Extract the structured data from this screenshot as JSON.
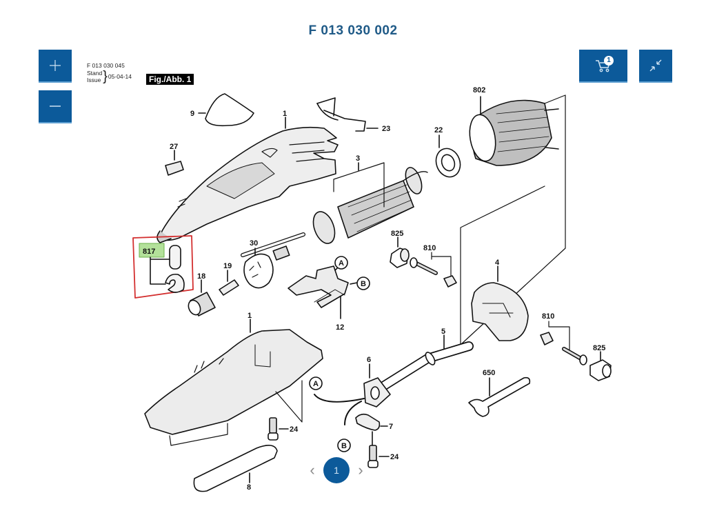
{
  "title": "F 013 030 002",
  "controls": {
    "zoom_in_icon": "plus-icon",
    "zoom_out_icon": "minus-icon",
    "cart_icon": "cart-icon",
    "cart_count": "1",
    "collapse_icon": "collapse-arrows-icon"
  },
  "drawing_meta": {
    "part_number": "F 013 030 045",
    "stand_label": "Stand",
    "issue_label": "Issue",
    "date": "05-04-14",
    "figure_label": "Fig./Abb. 1"
  },
  "highlight": {
    "part": "817",
    "color": "#d32f2f",
    "label_fill": "#b3e19a"
  },
  "callouts": {
    "p9": "9",
    "p1a": "1",
    "p23": "23",
    "p27": "27",
    "p3": "3",
    "p22": "22",
    "p802": "802",
    "p817": "817",
    "p18": "18",
    "p19": "19",
    "p30": "30",
    "pA1": "A",
    "pB1": "B",
    "p12": "12",
    "p825a": "825",
    "p810a": "810",
    "p4": "4",
    "p810b": "810",
    "p825b": "825",
    "p1b": "1",
    "p5": "5",
    "p6": "6",
    "pA2": "A",
    "pB2": "B",
    "p7": "7",
    "p24a": "24",
    "p24b": "24",
    "p650": "650",
    "p8": "8"
  },
  "pagination": {
    "prev_icon": "chevron-left-icon",
    "current_page": "1",
    "next_icon": "chevron-right-icon",
    "prev": "‹",
    "next": "›"
  }
}
